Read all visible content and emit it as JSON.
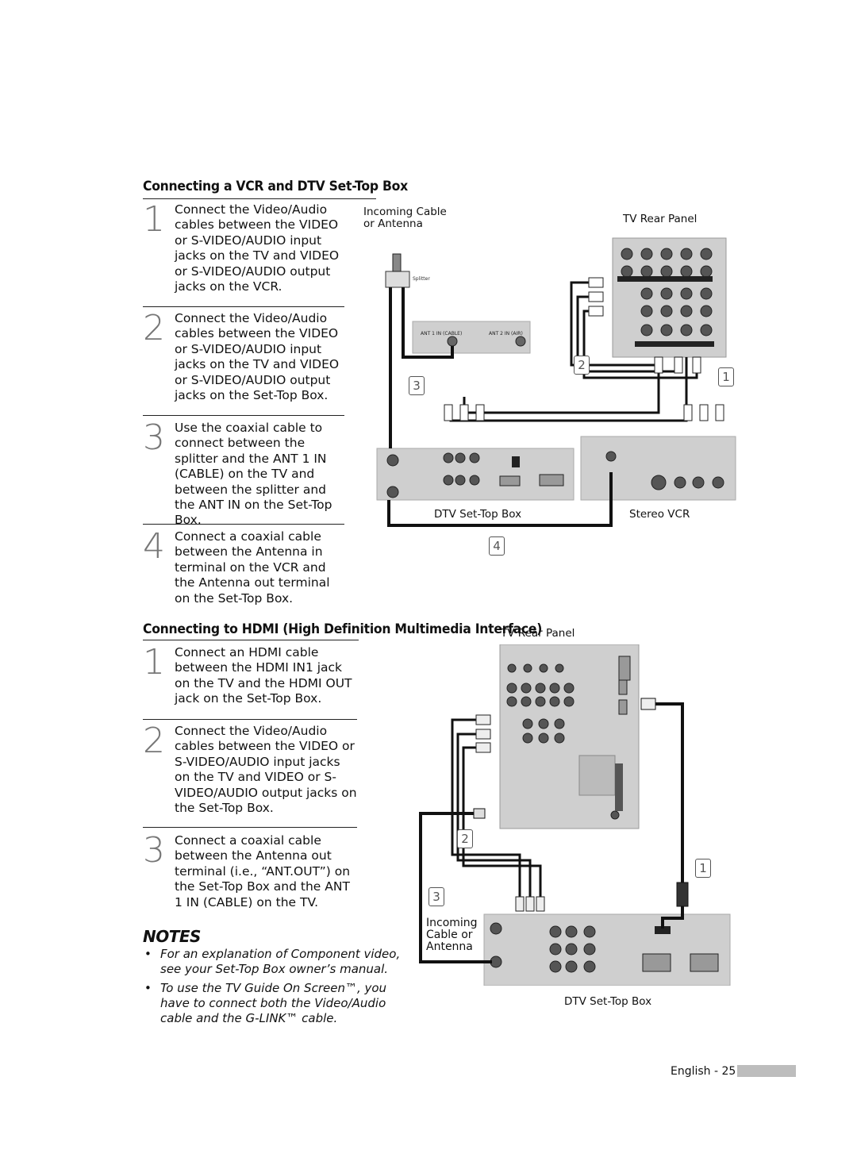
{
  "section1": {
    "title": "Connecting a VCR and DTV Set-Top Box",
    "steps": [
      {
        "num": "1",
        "text": "Connect the Video/Audio cables between the VIDEO or S-VIDEO/AUDIO input jacks on the TV and VIDEO or S-VIDEO/AUDIO output jacks on the VCR."
      },
      {
        "num": "2",
        "text": "Connect the Video/Audio cables between the VIDEO or S-VIDEO/AUDIO input jacks on the TV and VIDEO or S-VIDEO/AUDIO output jacks on the Set-Top Box."
      },
      {
        "num": "3",
        "text": "Use the coaxial cable to connect between the splitter and the ANT 1 IN (CABLE) on the TV and between the splitter and the ANT IN on the Set-Top Box."
      },
      {
        "num": "4",
        "text": "Connect a coaxial cable between the Antenna in terminal on the VCR and the Antenna out terminal on the Set-Top Box."
      }
    ],
    "diagram": {
      "incoming": "Incoming Cable or Antenna",
      "tv_rear": "TV Rear Panel",
      "splitter": "Splitter",
      "stb": "DTV Set-Top Box",
      "vcr": "Stereo VCR",
      "ant1": "ANT 1 IN (CABLE)",
      "ant2": "ANT 2 IN (AIR)",
      "badges": [
        "1",
        "2",
        "3",
        "4"
      ]
    }
  },
  "section2": {
    "title": "Connecting to HDMI (High Definition Multimedia Interface)",
    "steps": [
      {
        "num": "1",
        "text": "Connect an HDMI cable between the HDMI IN1 jack on the TV and the HDMI OUT jack on the Set-Top Box."
      },
      {
        "num": "2",
        "text": "Connect the Video/Audio cables between the VIDEO or S-VIDEO/AUDIO input jacks on the TV and VIDEO or S-VIDEO/AUDIO output jacks on the Set-Top Box."
      },
      {
        "num": "3",
        "text": "Connect a coaxial cable between the Antenna out terminal (i.e., “ANT.OUT”) on the Set-Top Box and the ANT 1 IN (CABLE) on the TV."
      }
    ],
    "diagram": {
      "tv_rear": "TV Rear Panel",
      "incoming": "Incoming Cable or Antenna",
      "stb": "DTV Set-Top Box",
      "badges": [
        "1",
        "2",
        "3"
      ]
    }
  },
  "notes": {
    "title": "NOTES",
    "items": [
      "For an explanation of Component video, see your Set-Top Box owner’s manual.",
      "To use the TV Guide On Screen™, you have to connect both the Video/Audio cable and the G-LINK™ cable."
    ]
  },
  "footer": {
    "page": "English - 25"
  }
}
